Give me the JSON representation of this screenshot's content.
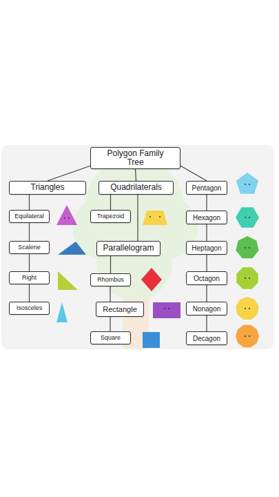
{
  "diagram": {
    "nodes": [
      {
        "text": [
          "Polygon Family Tree"
        ]
      },
      {
        "text": [
          "Triangles"
        ]
      },
      {
        "text": [
          "Quadrilaterals"
        ]
      },
      {
        "text": [
          "Pentagon"
        ]
      },
      {
        "text": [
          "Equilateral"
        ]
      },
      {
        "text": [
          "Scalene"
        ]
      },
      {
        "text": [
          "Right"
        ]
      },
      {
        "text": [
          "Isosceles"
        ]
      },
      {
        "text": [
          "Trapezoid"
        ]
      },
      {
        "text": [
          "Parallelogram"
        ]
      },
      {
        "text": [
          "Rhombus"
        ]
      },
      {
        "text": [
          "Rectangle"
        ]
      },
      {
        "text": [
          "Square"
        ]
      },
      {
        "text": [
          "Hexagon"
        ]
      },
      {
        "text": [
          "Heptagon"
        ]
      },
      {
        "text": [
          "Octagon"
        ]
      },
      {
        "text": [
          "Nonagon"
        ]
      },
      {
        "text": [
          "Decagon"
        ]
      }
    ],
    "edges": [
      {
        "from": 0,
        "to": 1,
        "arrow": "none"
      },
      {
        "from": 0,
        "to": 2,
        "arrow": "none"
      },
      {
        "from": 0,
        "to": 3,
        "arrow": "none"
      },
      {
        "from": 1,
        "to": 4,
        "arrow": "none"
      },
      {
        "from": 4,
        "to": 5,
        "arrow": "none"
      },
      {
        "from": 5,
        "to": 6,
        "arrow": "none"
      },
      {
        "from": 6,
        "to": 7,
        "arrow": "none"
      },
      {
        "from": 2,
        "to": 8,
        "arrow": "none"
      },
      {
        "from": 2,
        "to": 9,
        "arrow": "none"
      },
      {
        "from": 9,
        "to": 10,
        "arrow": "none"
      },
      {
        "from": 10,
        "to": 11,
        "arrow": "none"
      },
      {
        "from": 11,
        "to": 12,
        "arrow": "none"
      },
      {
        "from": 3,
        "to": 13,
        "arrow": "none"
      },
      {
        "from": 13,
        "to": 14,
        "arrow": "none"
      },
      {
        "from": 14,
        "to": 15,
        "arrow": "none"
      },
      {
        "from": 15,
        "to": 16,
        "arrow": "none"
      },
      {
        "from": 16,
        "to": 17,
        "arrow": "none"
      }
    ]
  }
}
